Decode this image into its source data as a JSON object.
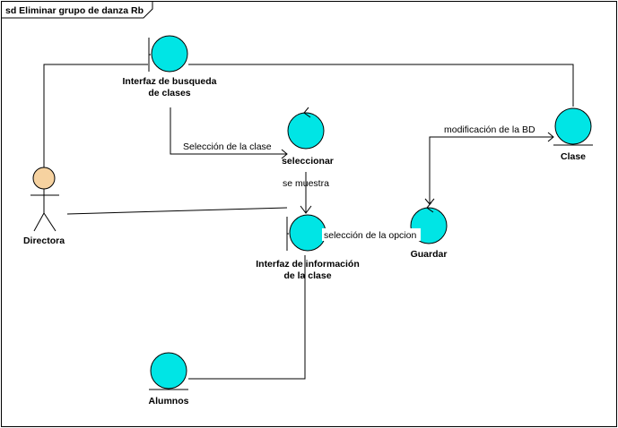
{
  "frame": {
    "title": "sd Eliminar grupo de danza Rb"
  },
  "colors": {
    "object_fill": "#00e5e5",
    "actor_head": "#f6d2a0",
    "line": "#000000",
    "background": "#ffffff"
  },
  "elements": {
    "directora": {
      "label": "Directora"
    },
    "interfaz_busqueda": {
      "line1": "Interfaz de busqueda",
      "line2": "de clases"
    },
    "seleccionar": {
      "label": "seleccionar"
    },
    "interfaz_info": {
      "line1": "Interfaz de información",
      "line2": "de la clase"
    },
    "clase": {
      "label": "Clase"
    },
    "guardar": {
      "label": "Guardar"
    },
    "alumnos": {
      "label": "Alumnos"
    }
  },
  "messages": {
    "seleccion_clase": "Selección de la clase",
    "se_muestra": "se muestra",
    "seleccion_opcion": "selección de la opcion",
    "modificacion_bd": "modificación de la BD"
  }
}
